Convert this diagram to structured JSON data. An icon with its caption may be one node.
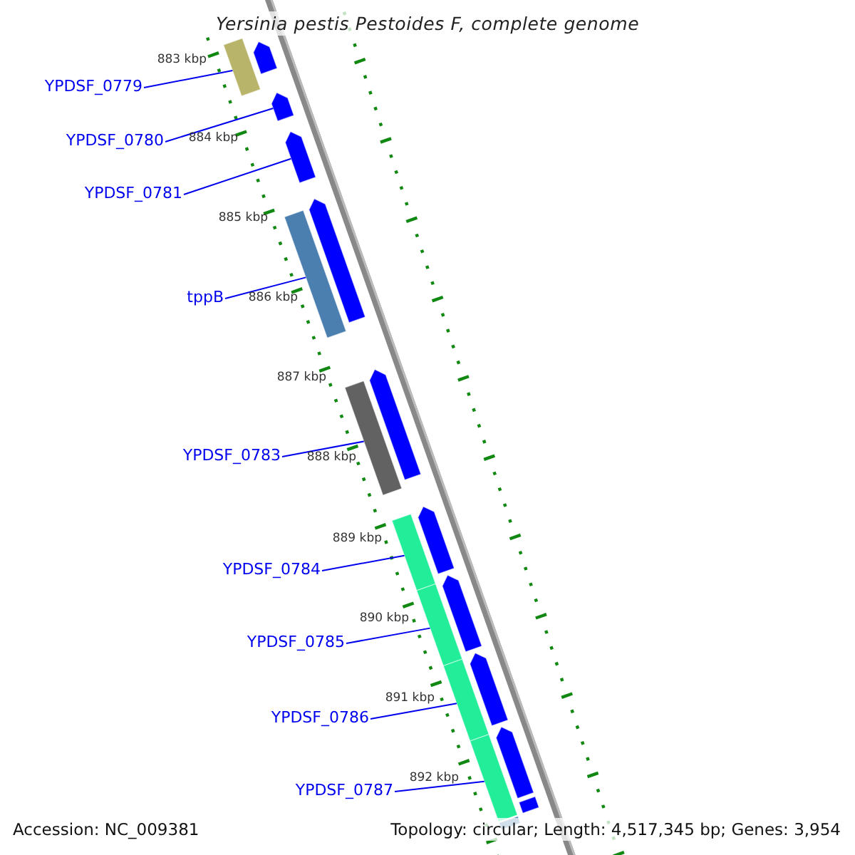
{
  "diagram": {
    "title": "Yersinia pestis Pestoides F, complete genome",
    "nodes": [
      {
        "text": [
          "YPDSF_0779"
        ]
      },
      {
        "text": [
          "YPDSF_0780"
        ]
      },
      {
        "text": [
          "YPDSF_0781"
        ]
      },
      {
        "text": [
          "tppB"
        ]
      },
      {
        "text": [
          "YPDSF_0783"
        ]
      },
      {
        "text": [
          "YPDSF_0784"
        ]
      },
      {
        "text": [
          "YPDSF_0785"
        ]
      },
      {
        "text": [
          "YPDSF_0786"
        ]
      },
      {
        "text": [
          "YPDSF_0787"
        ]
      },
      {
        "text": [],
        "shape": "bar"
      },
      {
        "text": [],
        "shape": "bar"
      },
      {
        "text": [],
        "shape": "bar"
      },
      {
        "text": [],
        "shape": "bar"
      },
      {
        "text": [],
        "shape": "bar"
      },
      {
        "text": [],
        "shape": "bar"
      },
      {
        "text": [],
        "shape": "bar"
      },
      {
        "text": [],
        "shape": "bar"
      },
      {
        "text": [],
        "shape": "bar"
      },
      {
        "text": [],
        "shape": "bar"
      },
      {
        "text": [],
        "shape": "bar"
      },
      {
        "text": [],
        "shape": "bar"
      },
      {
        "text": [],
        "shape": "bar"
      },
      {
        "text": [],
        "shape": "bar"
      },
      {
        "text": [],
        "shape": "bar"
      },
      {
        "text": [],
        "shape": "bar"
      },
      {
        "text": [],
        "shape": "bar"
      },
      {
        "text": [],
        "shape": "bar"
      }
    ],
    "edges": [
      {
        "from": 0,
        "to": 9,
        "arrow": "none"
      },
      {
        "from": 1,
        "to": 11,
        "arrow": "none"
      },
      {
        "from": 2,
        "to": 12,
        "arrow": "none"
      },
      {
        "from": 3,
        "to": 13,
        "arrow": "none"
      },
      {
        "from": 4,
        "to": 15,
        "arrow": "none"
      },
      {
        "from": 5,
        "to": 17,
        "arrow": "none"
      },
      {
        "from": 6,
        "to": 18,
        "arrow": "none"
      },
      {
        "from": 7,
        "to": 19,
        "arrow": "none"
      },
      {
        "from": 8,
        "to": 20,
        "arrow": "none"
      }
    ],
    "labels": [
      "883 kbp",
      "884 kbp",
      "885 kbp",
      "886 kbp",
      "887 kbp",
      "888 kbp",
      "889 kbp",
      "890 kbp",
      "891 kbp",
      "892 kbp",
      "Accession: NC_009381",
      "Topology: circular; Length: 4,517,345 bp; Genes: 3,954"
    ]
  }
}
